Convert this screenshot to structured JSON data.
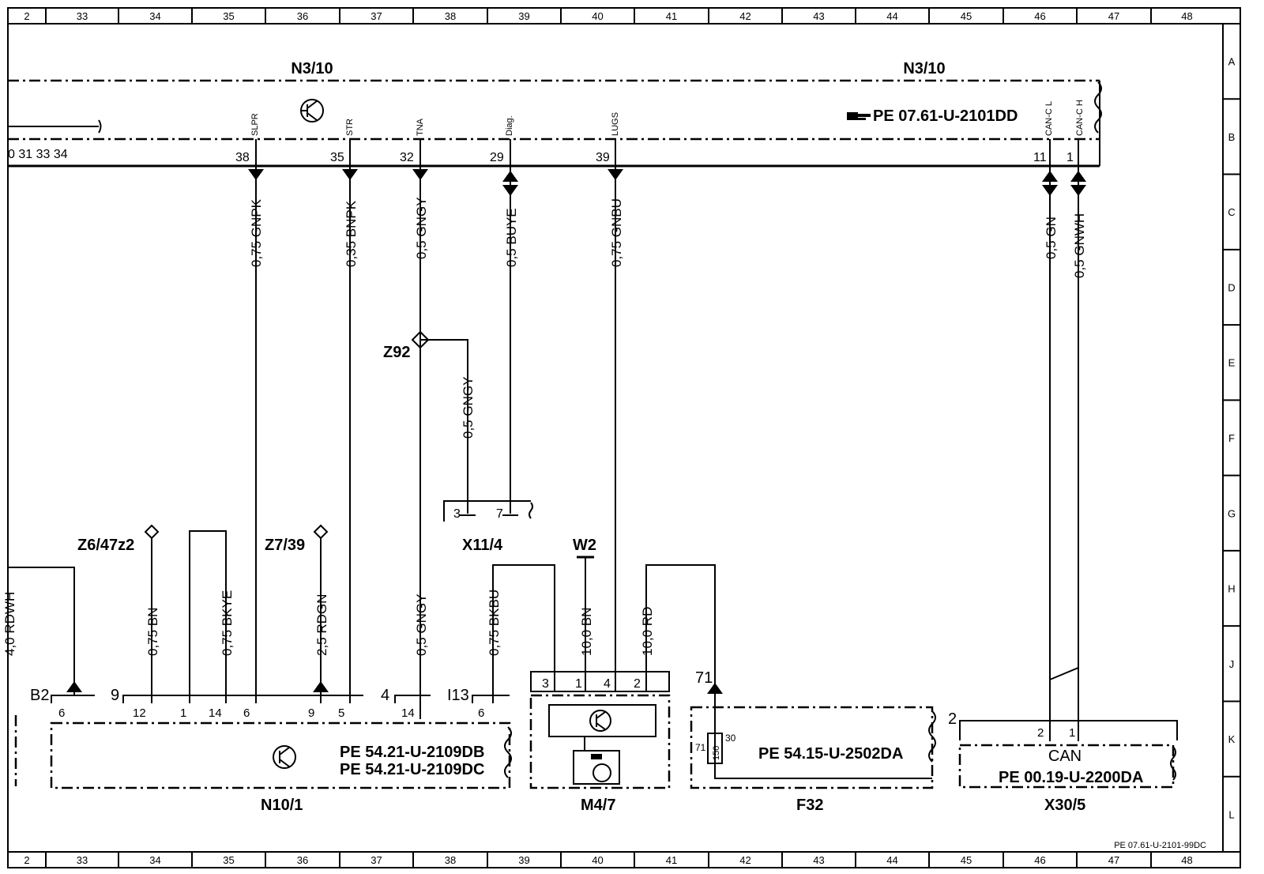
{
  "grid": {
    "columns": [
      "2",
      "33",
      "34",
      "35",
      "36",
      "37",
      "38",
      "39",
      "40",
      "41",
      "42",
      "43",
      "44",
      "45",
      "46",
      "47",
      "48"
    ],
    "rows": [
      "A",
      "B",
      "C",
      "D",
      "E",
      "F",
      "G",
      "H",
      "J",
      "K",
      "L"
    ],
    "doc_ref": "PE 07.61-U-2101-99DC"
  },
  "components": {
    "n3_10_left": "N3/10",
    "n3_10_right": "N3/10",
    "n3_ref": "PE 07.61-U-2101DD",
    "z92": "Z92",
    "z6": "Z6/47z2",
    "z7": "Z7/39",
    "x11": "X11/4",
    "w2": "W2",
    "n10": "N10/1",
    "n10_ref1": "PE  54.21-U-2109DB",
    "n10_ref2": "PE  54.21-U-2109DC",
    "m4": "M4/7",
    "f32": "F32",
    "f32_ref": "PE  54.15-U-2502DA",
    "x30": "X30/5",
    "x30_ref": "PE  00.19-U-2200DA",
    "can": "CAN",
    "fuse": "150"
  },
  "n3_pins": {
    "slpr": "SLPR",
    "str": "STR",
    "tna": "TNA",
    "diag": "Diag.",
    "lugs": "LUGS",
    "canl": "CAN-C L",
    "canh": "CAN-C H",
    "p38": "38",
    "p35": "35",
    "p32": "32",
    "p29": "29",
    "p39": "39",
    "p11": "11",
    "p1": "1",
    "left_pins": "0  31  33  34"
  },
  "wires": {
    "w1": "0,75  GNPK",
    "w2": "0,35  BNPK",
    "w3": "0,5  GNGY",
    "w4": "0,5  BUYE",
    "w5": "0,75  GNBU",
    "w6": "0,5  GN",
    "w7": "0,5  GNWH",
    "w8": "0,5  GNGY",
    "w9": "0,75  BN",
    "w10": "0,75  BKYE",
    "w11": "2,5  RDGN",
    "w12": "0,5  GNGY",
    "w13": "0,75  BKBU",
    "w14": "10,0  BN",
    "w15": "10,0  RD",
    "w16": "4,0 RDWH"
  },
  "pins": {
    "x11_3": "3",
    "x11_7": "7",
    "b2": "B2",
    "b2_6": "6",
    "n10_9": "9",
    "n10_12": "12",
    "n10_1": "1",
    "n10_14": "14",
    "n10_6": "6",
    "n10_9b": "9",
    "n10_5": "5",
    "n10_4": "4",
    "n10_14b": "14",
    "n10_113": "I13",
    "n10_6b": "6",
    "m_3": "3",
    "m_1": "1",
    "m_4": "4",
    "m_2": "2",
    "f_71": "71",
    "f_71b": "71",
    "f_30": "30",
    "x30_2": "2",
    "x30_2b": "2",
    "x30_1": "1"
  }
}
